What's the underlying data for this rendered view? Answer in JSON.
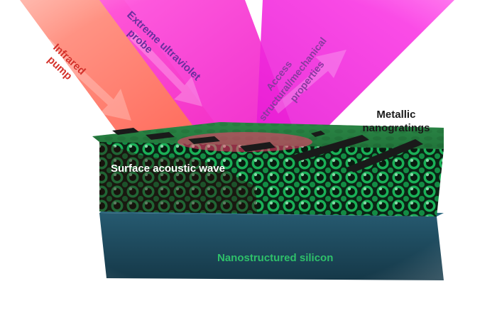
{
  "labels": {
    "infrared_pump": [
      "Infrared",
      "pump"
    ],
    "euv_probe": [
      "Extreme ultraviolet",
      "probe"
    ],
    "access": [
      "Access",
      "structural/mechanical",
      "properties"
    ],
    "gratings": [
      "Metallic",
      "nanogratings"
    ],
    "saw": "Surface acoustic wave",
    "silicon": "Nanostructured silicon"
  },
  "colors": {
    "infrared_beam": "#ff6a5a",
    "euv_beam": "#ff33cc",
    "access_beam": "#f81ee0",
    "nanostructure": "#1ec964",
    "substrate": "#1d4a5c",
    "grating": "#1a1a1a",
    "infrared_text": "#d4312a",
    "euv_text": "#6a2f9e",
    "silicon_text": "#2ec06a"
  }
}
